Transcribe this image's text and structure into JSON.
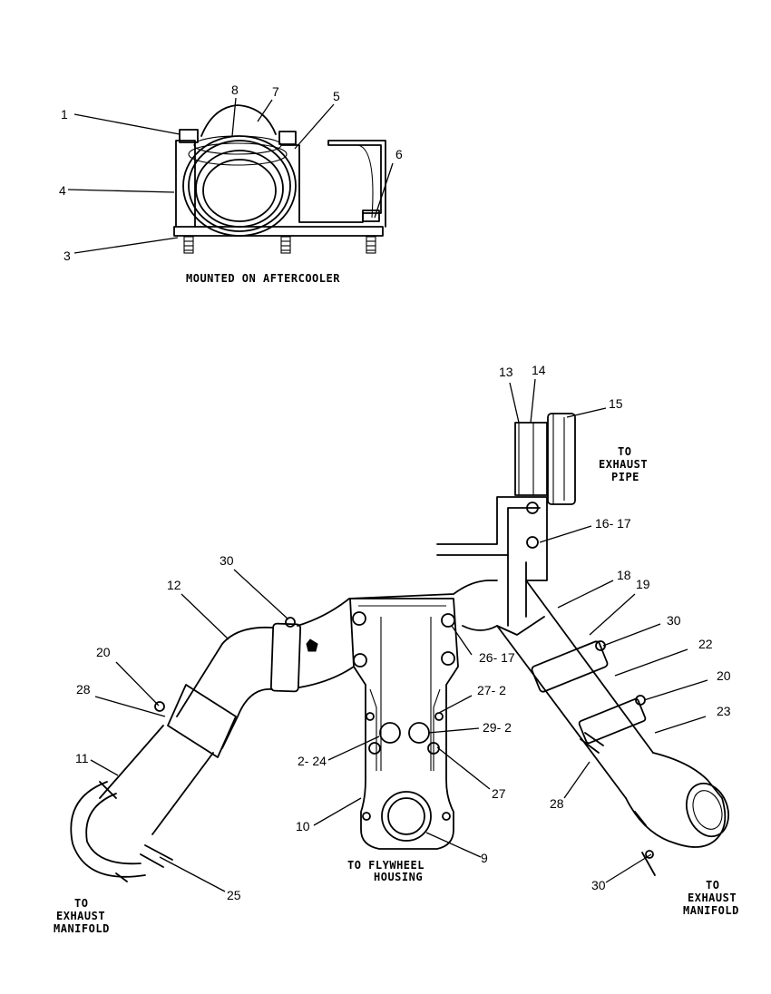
{
  "captions": {
    "mounted": "MOUNTED ON AFTERCOOLER",
    "exhaust_pipe": [
      "TO",
      "EXHAUST",
      "PIPE"
    ],
    "flywheel": [
      "TO FLYWHEEL",
      "HOUSING"
    ],
    "manifold_left": [
      "TO",
      "EXHAUST",
      "MANIFOLD"
    ],
    "manifold_right": [
      "TO",
      "EXHAUST",
      "MANIFOLD"
    ]
  },
  "callouts": {
    "c1": "1",
    "c3": "3",
    "c4": "4",
    "c5": "5",
    "c6": "6",
    "c7": "7",
    "c8": "8",
    "c9": "9",
    "c10": "10",
    "c11": "11",
    "c12": "12",
    "c13": "13",
    "c14": "14",
    "c15": "15",
    "c16_17": "16- 17",
    "c18": "18",
    "c19": "19",
    "c20_left": "20",
    "c20_right": "20",
    "c22": "22",
    "c23": "23",
    "c2_24": "2- 24",
    "c25": "25",
    "c26_17": "26- 17",
    "c27_2": "27- 2",
    "c27": "27",
    "c28_left": "28",
    "c28_right": "28",
    "c29_2": "29- 2",
    "c30_top": "30",
    "c30_right": "30",
    "c30_bottom": "30"
  }
}
